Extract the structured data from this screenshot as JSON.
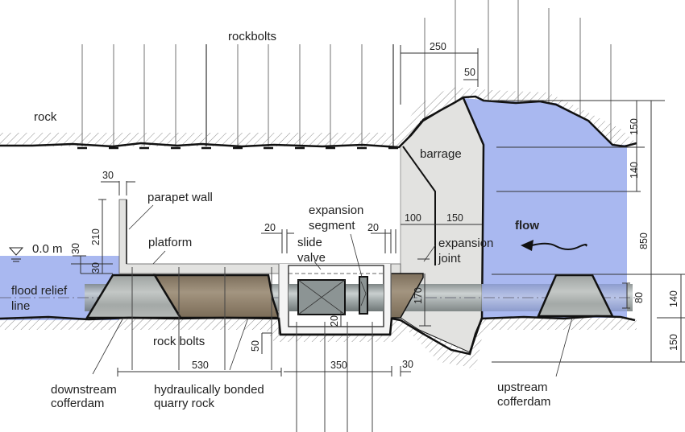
{
  "diagram": {
    "type": "engineering cross-section",
    "subject": "tunnel barrage with flood relief line and cofferdams",
    "colors": {
      "water": "#a9b8f0",
      "water_light": "#b8c6ee",
      "concrete": "#e2e2e0",
      "quarry_rock": "#8e7f6b",
      "cofferdam": "#a9adab",
      "pipe": "#9ba3a3",
      "rock_line": "#111111",
      "hatch": "#777777",
      "bolt_line": "#8a8a8a"
    },
    "labels": {
      "rockbolts": "rockbolts",
      "rock": "rock",
      "barrage": "barrage",
      "parapet_wall": "parapet wall",
      "platform": "platform",
      "water_level": "0.0 m",
      "flood_relief_line_1": "flood relief",
      "flood_relief_line_2": "line",
      "expansion_segment_1": "expansion",
      "expansion_segment_2": "segment",
      "slide_valve_1": "slide",
      "slide_valve_2": "valve",
      "expansion_joint_1": "expansion",
      "expansion_joint_2": "joint",
      "flow": "flow",
      "rock_bolts": "rock bolts",
      "downstream_cofferdam_1": "downstream",
      "downstream_cofferdam_2": "cofferdam",
      "quarry_rock_1": "hydraulically bonded",
      "quarry_rock_2": "quarry rock",
      "upstream_cofferdam_1": "upstream",
      "upstream_cofferdam_2": "cofferdam"
    },
    "dimensions": {
      "d250": "250",
      "d50_top": "50",
      "d150_right_top": "150",
      "d140_right_mid": "140",
      "d850": "850",
      "d80": "80",
      "d140_right_low": "140",
      "d150_right_bottom": "150",
      "d30_parapet": "30",
      "d210": "210",
      "d30_water_a": "30",
      "d30_water_b": "30",
      "d20_left": "20",
      "d20_right": "20",
      "d100": "100",
      "d150_barrage": "150",
      "d170": "170",
      "d20_chamber": "20",
      "d50_bottom": "50",
      "d530": "530",
      "d350": "350",
      "d30_bottom": "30"
    }
  }
}
